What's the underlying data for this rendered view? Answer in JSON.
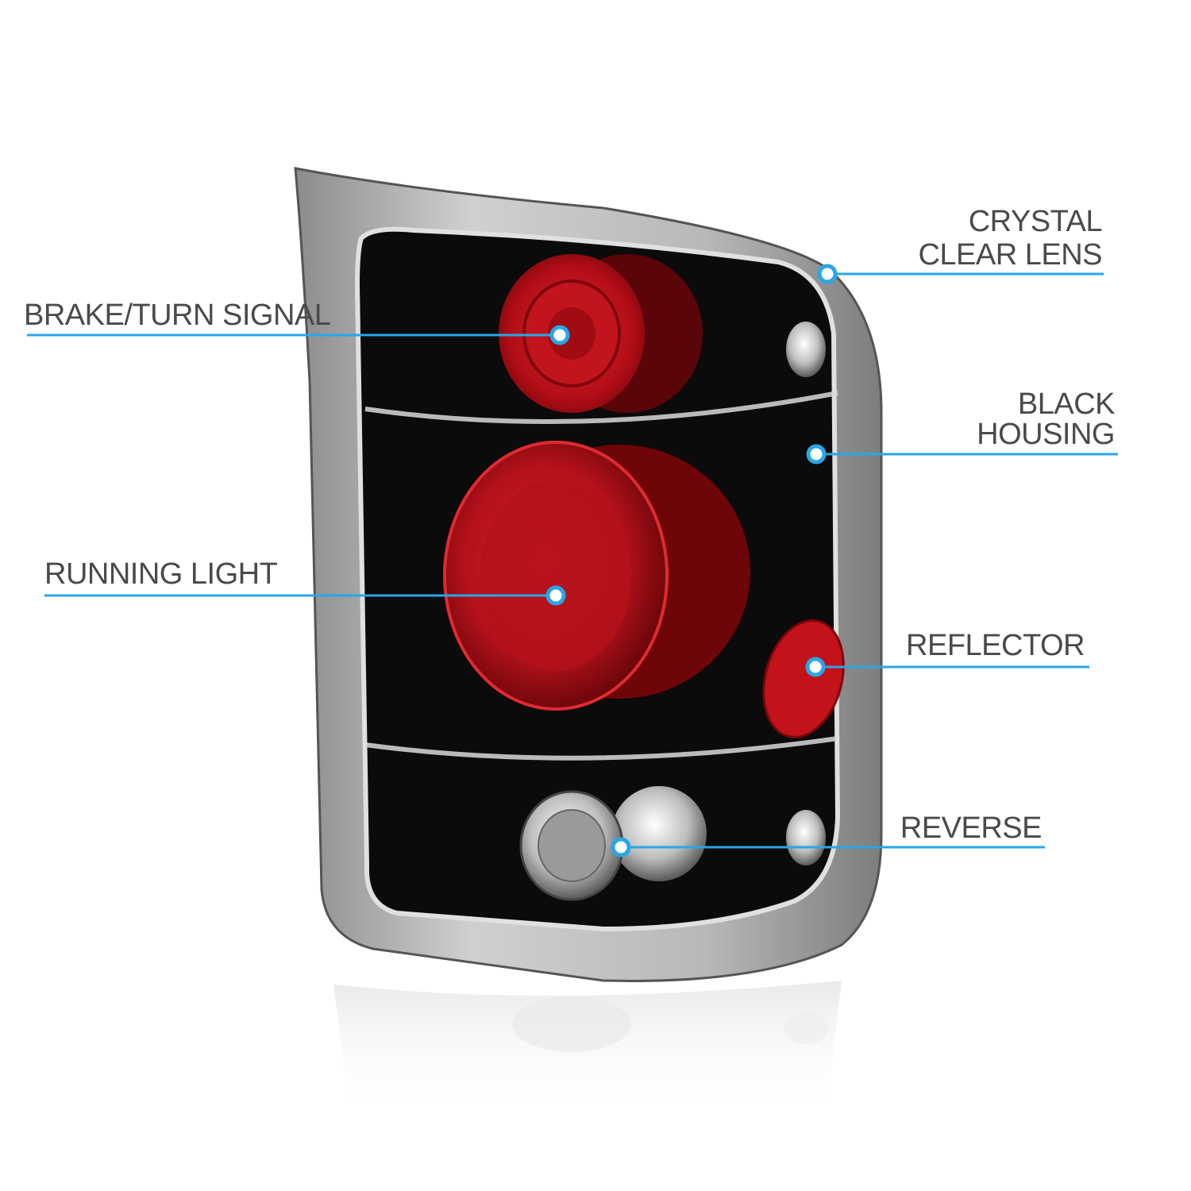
{
  "diagram": {
    "accent_color": "#29a6e6",
    "labels": {
      "brake_turn": "BRAKE/TURN SIGNAL",
      "running": "RUNNING LIGHT",
      "crystal_line1": "CRYSTAL",
      "crystal_line2": "CLEAR LENS",
      "housing_line1": "BLACK",
      "housing_line2": "HOUSING",
      "reflector": "REFLECTOR",
      "reverse": "REVERSE"
    },
    "product": {
      "component_name": "tail-light-assembly",
      "housing_color": "#0b0b0b",
      "lens_red": "#c8141b",
      "chrome": "#c9c9c9"
    }
  }
}
